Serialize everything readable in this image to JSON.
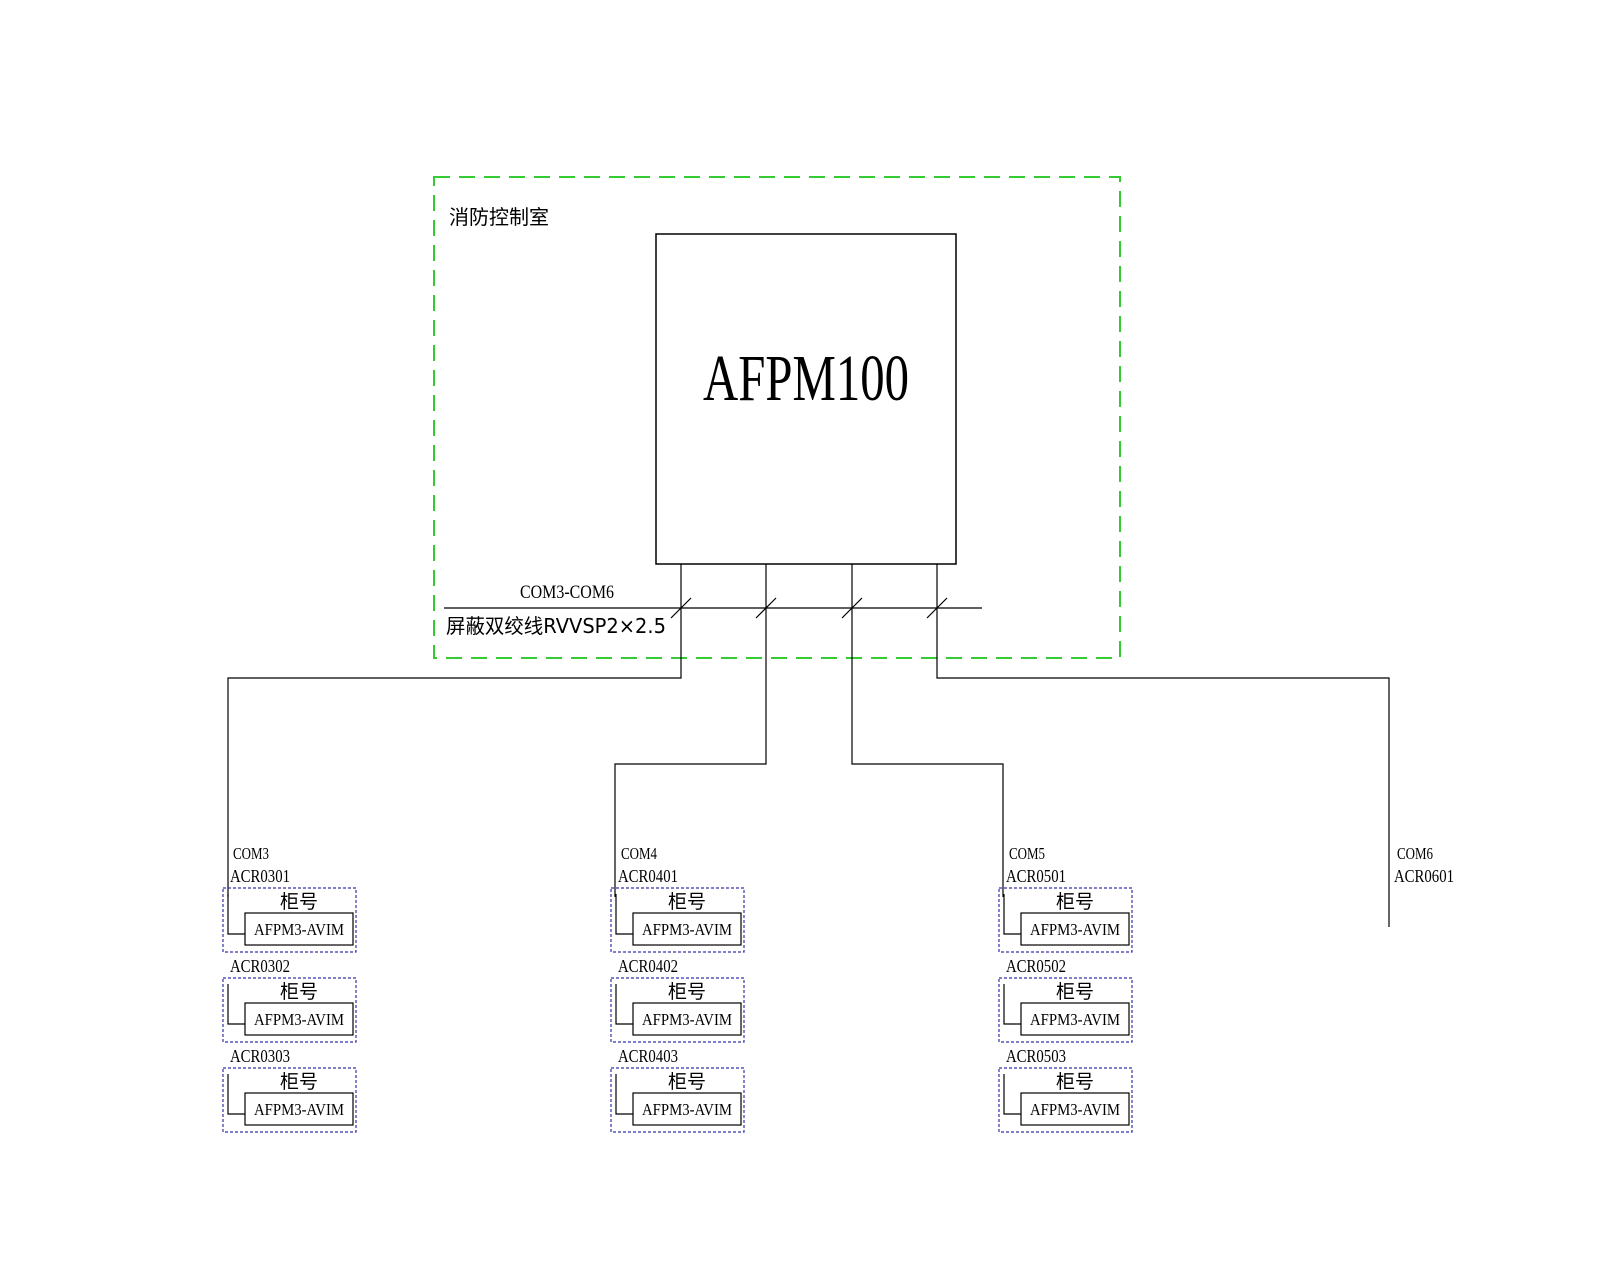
{
  "room": {
    "label": "消防控制室",
    "border_color": "#33cc33"
  },
  "main_unit": {
    "label": "AFPM100"
  },
  "bus": {
    "label_top": "COM3-COM6",
    "label_bottom": "屏蔽双绞线RVVSP2×2.5"
  },
  "module_border_color": "#3333aa",
  "groups": [
    {
      "com": "COM3",
      "modules": [
        {
          "addr": "ACR0301",
          "cabinet": "柜号",
          "device": "AFPM3-AVIM"
        },
        {
          "addr": "ACR0302",
          "cabinet": "柜号",
          "device": "AFPM3-AVIM"
        },
        {
          "addr": "ACR0303",
          "cabinet": "柜号",
          "device": "AFPM3-AVIM"
        }
      ]
    },
    {
      "com": "COM4",
      "modules": [
        {
          "addr": "ACR0401",
          "cabinet": "柜号",
          "device": "AFPM3-AVIM"
        },
        {
          "addr": "ACR0402",
          "cabinet": "柜号",
          "device": "AFPM3-AVIM"
        },
        {
          "addr": "ACR0403",
          "cabinet": "柜号",
          "device": "AFPM3-AVIM"
        }
      ]
    },
    {
      "com": "COM5",
      "modules": [
        {
          "addr": "ACR0501",
          "cabinet": "柜号",
          "device": "AFPM3-AVIM"
        },
        {
          "addr": "ACR0502",
          "cabinet": "柜号",
          "device": "AFPM3-AVIM"
        },
        {
          "addr": "ACR0503",
          "cabinet": "柜号",
          "device": "AFPM3-AVIM"
        }
      ]
    },
    {
      "com": "COM6",
      "modules": [
        {
          "addr": "ACR0601"
        }
      ]
    }
  ]
}
